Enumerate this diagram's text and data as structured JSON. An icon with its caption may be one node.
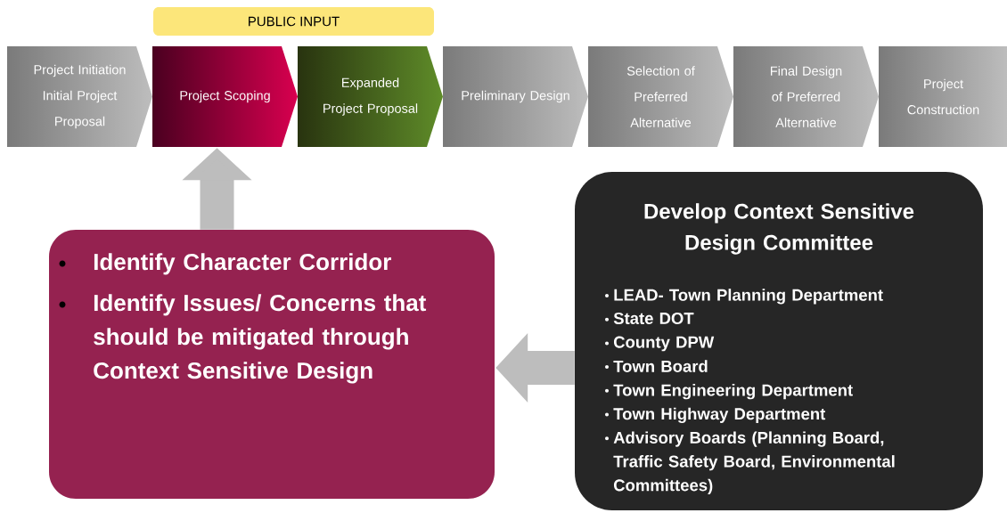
{
  "diagram": {
    "nodes": [
      {
        "text": [
          "PUBLIC INPUT"
        ]
      },
      {
        "text": [
          "Project Initiation",
          "Initial Project Proposal"
        ]
      },
      {
        "text": [
          "Project Scoping"
        ]
      },
      {
        "text": [
          "Expanded Project Proposal"
        ]
      },
      {
        "text": [
          "Preliminary Design"
        ]
      },
      {
        "text": [
          "Selection of Preferred Alternative"
        ]
      },
      {
        "text": [
          "Final Design of Preferred Alternative"
        ]
      },
      {
        "text": [
          "Project Construction"
        ]
      },
      {
        "text": [
          "Identify Character Corridor",
          "Identify Issues/ Concerns that should be mitigated through Context Sensitive Design"
        ]
      },
      {
        "text": [
          "Develop Context Sensitive Design Committee",
          "LEAD- Town Planning Department",
          "State DOT",
          "County DPW",
          "Town Board",
          "Town Engineering Department",
          "Town Highway Department",
          "Advisory Boards (Planning Board, Traffic Safety Board, Environmental Committees)"
        ]
      }
    ],
    "edges": [
      {
        "from": 8,
        "to": 2,
        "arrow": "to"
      },
      {
        "from": 9,
        "to": 8,
        "arrow": "to"
      }
    ]
  }
}
